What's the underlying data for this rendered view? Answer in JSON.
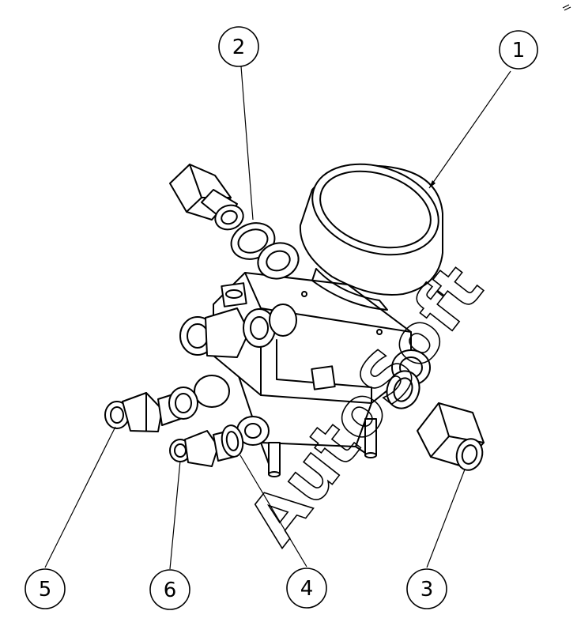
{
  "diagram": {
    "watermark": "AutoSoft",
    "callouts": [
      {
        "id": "1",
        "label": "1"
      },
      {
        "id": "2",
        "label": "2"
      },
      {
        "id": "3",
        "label": "3"
      },
      {
        "id": "4",
        "label": "4"
      },
      {
        "id": "5",
        "label": "5"
      },
      {
        "id": "6",
        "label": "6"
      }
    ]
  }
}
